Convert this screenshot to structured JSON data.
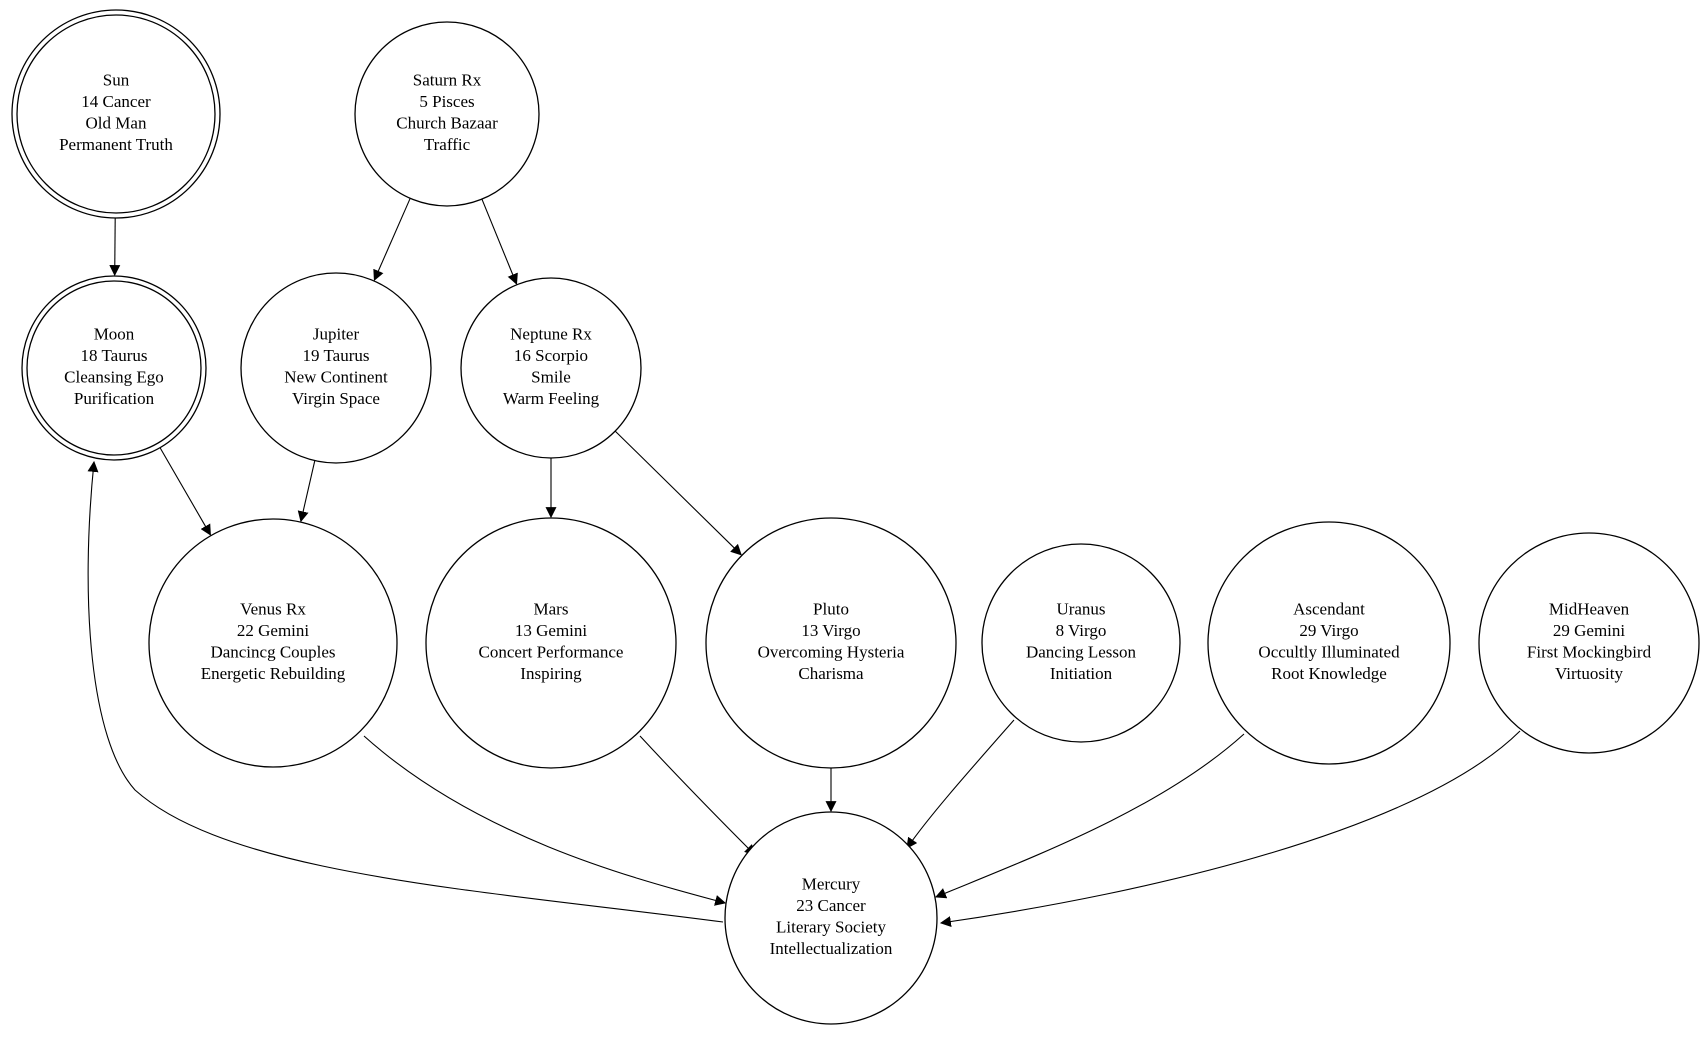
{
  "graph": {
    "nodes": [
      {
        "id": "sun",
        "lines": [
          "Sun",
          "14 Cancer",
          "Old Man",
          "Permanent Truth"
        ],
        "double": true
      },
      {
        "id": "saturn",
        "lines": [
          "Saturn Rx",
          "5 Pisces",
          "Church Bazaar",
          "Traffic"
        ],
        "double": false
      },
      {
        "id": "moon",
        "lines": [
          "Moon",
          "18 Taurus",
          "Cleansing Ego",
          "Purification"
        ],
        "double": true
      },
      {
        "id": "jupiter",
        "lines": [
          "Jupiter",
          "19 Taurus",
          "New Continent",
          "Virgin Space"
        ],
        "double": false
      },
      {
        "id": "neptune",
        "lines": [
          "Neptune Rx",
          "16 Scorpio",
          "Smile",
          "Warm Feeling"
        ],
        "double": false
      },
      {
        "id": "venus",
        "lines": [
          "Venus Rx",
          "22 Gemini",
          "Dancincg Couples",
          "Energetic Rebuilding"
        ],
        "double": false
      },
      {
        "id": "mars",
        "lines": [
          "Mars",
          "13 Gemini",
          "Concert Performance",
          "Inspiring"
        ],
        "double": false
      },
      {
        "id": "pluto",
        "lines": [
          "Pluto",
          "13 Virgo",
          "Overcoming Hysteria",
          "Charisma"
        ],
        "double": false
      },
      {
        "id": "uranus",
        "lines": [
          "Uranus",
          "8 Virgo",
          "Dancing Lesson",
          "Initiation"
        ],
        "double": false
      },
      {
        "id": "ascendant",
        "lines": [
          "Ascendant",
          "29 Virgo",
          "Occultly Illuminated",
          "Root Knowledge"
        ],
        "double": false
      },
      {
        "id": "midheaven",
        "lines": [
          "MidHeaven",
          "29 Gemini",
          "First Mockingbird",
          "Virtuosity"
        ],
        "double": false
      },
      {
        "id": "mercury",
        "lines": [
          "Mercury",
          "23 Cancer",
          "Literary Society",
          "Intellectualization"
        ],
        "double": false
      }
    ],
    "edges": [
      {
        "from": "sun",
        "to": "moon"
      },
      {
        "from": "saturn",
        "to": "jupiter"
      },
      {
        "from": "saturn",
        "to": "neptune"
      },
      {
        "from": "moon",
        "to": "venus"
      },
      {
        "from": "jupiter",
        "to": "venus"
      },
      {
        "from": "neptune",
        "to": "mars"
      },
      {
        "from": "neptune",
        "to": "pluto"
      },
      {
        "from": "venus",
        "to": "mercury"
      },
      {
        "from": "mars",
        "to": "mercury"
      },
      {
        "from": "pluto",
        "to": "mercury"
      },
      {
        "from": "uranus",
        "to": "mercury"
      },
      {
        "from": "ascendant",
        "to": "mercury"
      },
      {
        "from": "midheaven",
        "to": "mercury"
      },
      {
        "from": "mercury",
        "to": "moon"
      }
    ]
  }
}
